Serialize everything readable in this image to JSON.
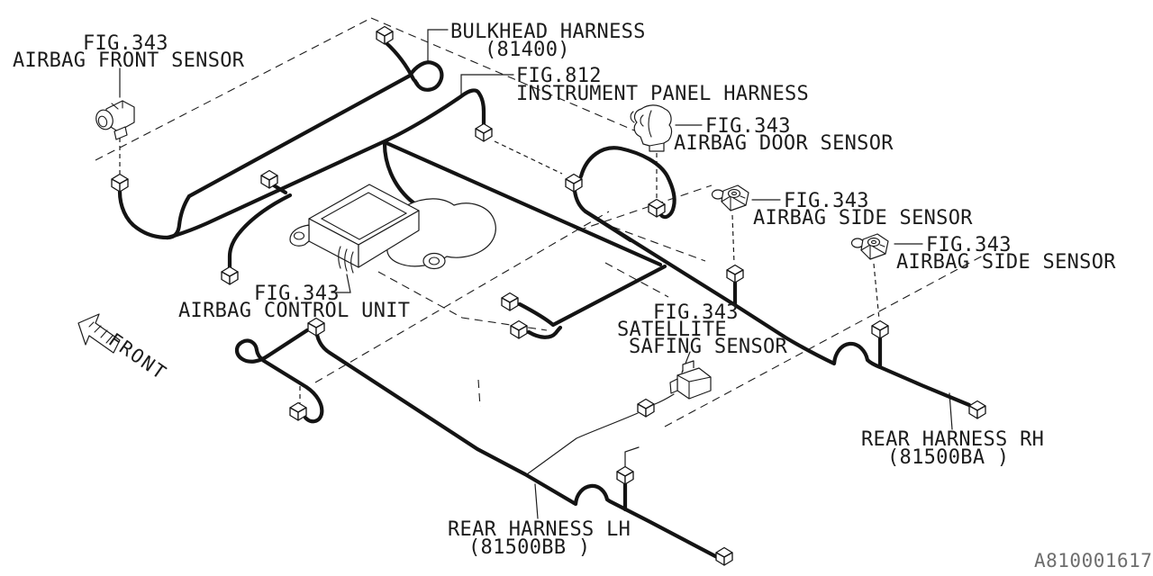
{
  "diagram": {
    "title_code": "A810001617",
    "front_indicator": "FRONT",
    "labels": {
      "airbag_front_sensor": {
        "fig": "FIG.343",
        "name": "AIRBAG FRONT SENSOR"
      },
      "bulkhead_harness": {
        "name": "BULKHEAD HARNESS",
        "part": "(81400)"
      },
      "instrument_panel_harness": {
        "fig": "FIG.812",
        "name": "INSTRUMENT PANEL HARNESS"
      },
      "airbag_door_sensor": {
        "fig": "FIG.343",
        "name": "AIRBAG DOOR SENSOR"
      },
      "airbag_side_sensor_1": {
        "fig": "FIG.343",
        "name": "AIRBAG SIDE SENSOR"
      },
      "airbag_side_sensor_2": {
        "fig": "FIG.343",
        "name": "AIRBAG SIDE SENSOR"
      },
      "airbag_control_unit": {
        "fig": "FIG.343",
        "name": "AIRBAG CONTROL UNIT"
      },
      "satellite_safing_sensor": {
        "fig": "FIG.343",
        "name_line1": "SATELLITE",
        "name_line2": "SAFING SENSOR"
      },
      "rear_harness_rh": {
        "name": "REAR HARNESS RH",
        "part": "(81500BA )"
      },
      "rear_harness_lh": {
        "name": "REAR HARNESS LH",
        "part": "(81500BB )"
      }
    },
    "colors": {
      "line": "#141414",
      "background": "#ffffff",
      "watermark": "#6e6e6e"
    }
  }
}
